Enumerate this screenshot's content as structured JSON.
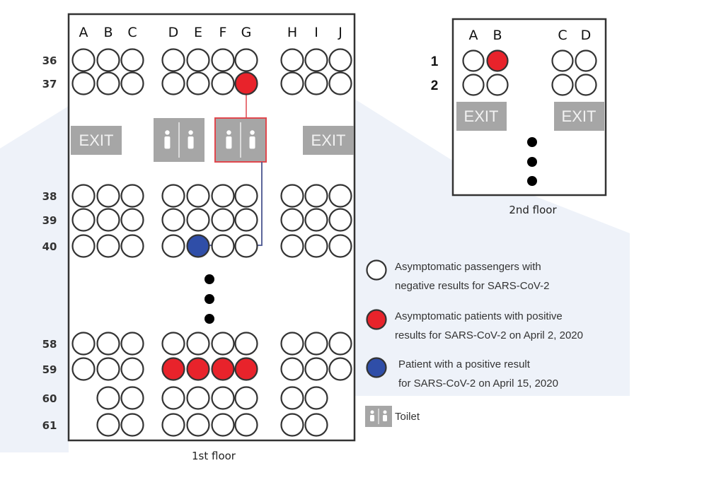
{
  "colors": {
    "negative": "#ffffff",
    "positive_april2": "#e8232b",
    "positive_april15": "#2f4ea8",
    "seat_stroke": "#333333",
    "sign_gray": "#a6a6a6",
    "watermark": "#eef2f9"
  },
  "first_floor": {
    "caption": "1st floor",
    "columns": [
      "A",
      "B",
      "C",
      "D",
      "E",
      "F",
      "G",
      "H",
      "I",
      "J"
    ],
    "exit_left": "EXIT",
    "exit_right": "EXIT",
    "rows": [
      {
        "label": "36",
        "seats": {
          "A": "neg",
          "B": "neg",
          "C": "neg",
          "D": "neg",
          "E": "neg",
          "F": "neg",
          "G": "neg",
          "H": "neg",
          "I": "neg",
          "J": "neg"
        }
      },
      {
        "label": "37",
        "seats": {
          "A": "neg",
          "B": "neg",
          "C": "neg",
          "D": "neg",
          "E": "neg",
          "F": "neg",
          "G": "pos_apr2",
          "H": "neg",
          "I": "neg",
          "J": "neg"
        }
      },
      {
        "label": "38",
        "seats": {
          "A": "neg",
          "B": "neg",
          "C": "neg",
          "D": "neg",
          "E": "neg",
          "F": "neg",
          "G": "neg",
          "H": "neg",
          "I": "neg",
          "J": "neg"
        }
      },
      {
        "label": "39",
        "seats": {
          "A": "neg",
          "B": "neg",
          "C": "neg",
          "D": "neg",
          "E": "neg",
          "F": "neg",
          "G": "neg",
          "H": "neg",
          "I": "neg",
          "J": "neg"
        }
      },
      {
        "label": "40",
        "seats": {
          "A": "neg",
          "B": "neg",
          "C": "neg",
          "D": "neg",
          "E": "pos_apr15",
          "F": "neg",
          "G": "neg",
          "H": "neg",
          "I": "neg",
          "J": "neg"
        }
      },
      {
        "label": "58",
        "seats": {
          "A": "neg",
          "B": "neg",
          "C": "neg",
          "D": "neg",
          "E": "neg",
          "F": "neg",
          "G": "neg",
          "H": "neg",
          "I": "neg",
          "J": "neg"
        }
      },
      {
        "label": "59",
        "seats": {
          "A": "neg",
          "B": "neg",
          "C": "neg",
          "D": "pos_apr2",
          "E": "pos_apr2",
          "F": "pos_apr2",
          "G": "pos_apr2",
          "H": "neg",
          "I": "neg",
          "J": "neg"
        }
      },
      {
        "label": "60",
        "seats": {
          "B": "neg",
          "C": "neg",
          "D": "neg",
          "E": "neg",
          "F": "neg",
          "G": "neg",
          "H": "neg",
          "I": "neg"
        }
      },
      {
        "label": "61",
        "seats": {
          "B": "neg",
          "C": "neg",
          "D": "neg",
          "E": "neg",
          "F": "neg",
          "G": "neg",
          "H": "neg",
          "I": "neg"
        }
      }
    ],
    "toilets": [
      {
        "id": "toilet-1",
        "highlighted": false
      },
      {
        "id": "toilet-2",
        "highlighted": true
      }
    ],
    "transmission_path": {
      "from": "37G",
      "via": "toilet-2",
      "to": "40E"
    }
  },
  "second_floor": {
    "caption": "2nd floor",
    "columns": [
      "A",
      "B",
      "C",
      "D"
    ],
    "exit_left": "EXIT",
    "exit_right": "EXIT",
    "rows": [
      {
        "label": "1",
        "seats": {
          "A": "neg",
          "B": "pos_apr2",
          "C": "neg",
          "D": "neg"
        }
      },
      {
        "label": "2",
        "seats": {
          "A": "neg",
          "B": "neg",
          "C": "neg",
          "D": "neg"
        }
      }
    ]
  },
  "legend": [
    {
      "key": "neg",
      "lines": [
        "Asymptomatic passengers with",
        "negative results for SARS-CoV-2"
      ]
    },
    {
      "key": "pos_apr2",
      "lines": [
        "Asymptomatic patients with positive",
        "results for SARS-CoV-2 on April 2, 2020"
      ]
    },
    {
      "key": "pos_apr15",
      "lines": [
        "Patient with a positive result",
        "for SARS-CoV-2 on April 15, 2020"
      ]
    },
    {
      "key": "toilet",
      "lines": [
        "Toilet"
      ]
    }
  ]
}
